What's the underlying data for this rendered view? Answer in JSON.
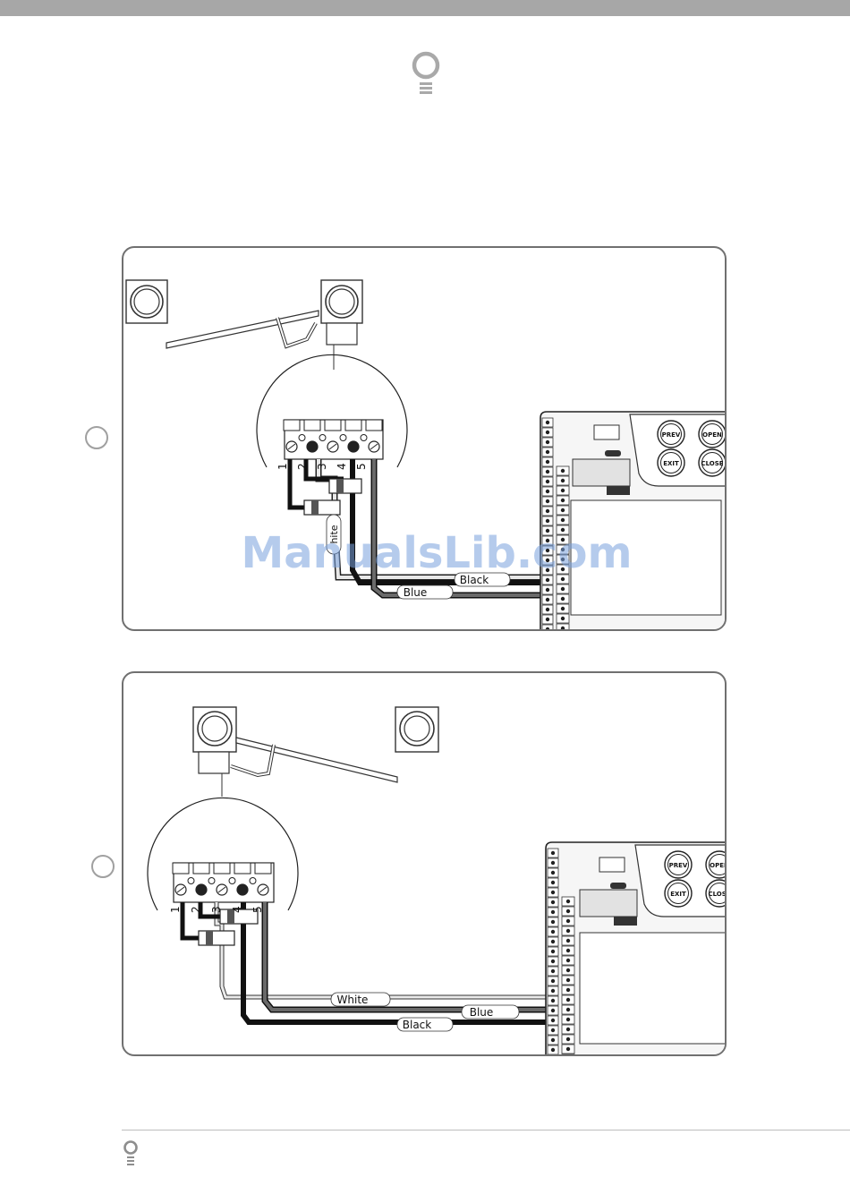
{
  "watermark": "ManualsLib.com",
  "colors": {
    "top_bar": "#a7a7a7",
    "panel_border": "#707070",
    "wire_black": "#111111",
    "wire_blue": "#5a5a5a",
    "wire_white": "#c8c8c8",
    "watermark": "#78a0dc"
  },
  "diagrams": [
    {
      "terminals": [
        "1",
        "2",
        "3",
        "4",
        "5"
      ],
      "wires": [
        {
          "label": "White",
          "label_visible": "hite"
        },
        {
          "label": "Black"
        },
        {
          "label": "Blue"
        }
      ],
      "keypad": {
        "keys": [
          "PREV",
          "OPEN",
          "EXIT",
          "CLOSE"
        ]
      }
    },
    {
      "terminals": [
        "1",
        "2",
        "3",
        "4",
        "5"
      ],
      "wires": [
        {
          "label": "White"
        },
        {
          "label": "Blue"
        },
        {
          "label": "Black"
        }
      ],
      "keypad": {
        "keys": [
          "PREV",
          "OPEN",
          "EXIT",
          "CLOSE"
        ]
      }
    }
  ]
}
